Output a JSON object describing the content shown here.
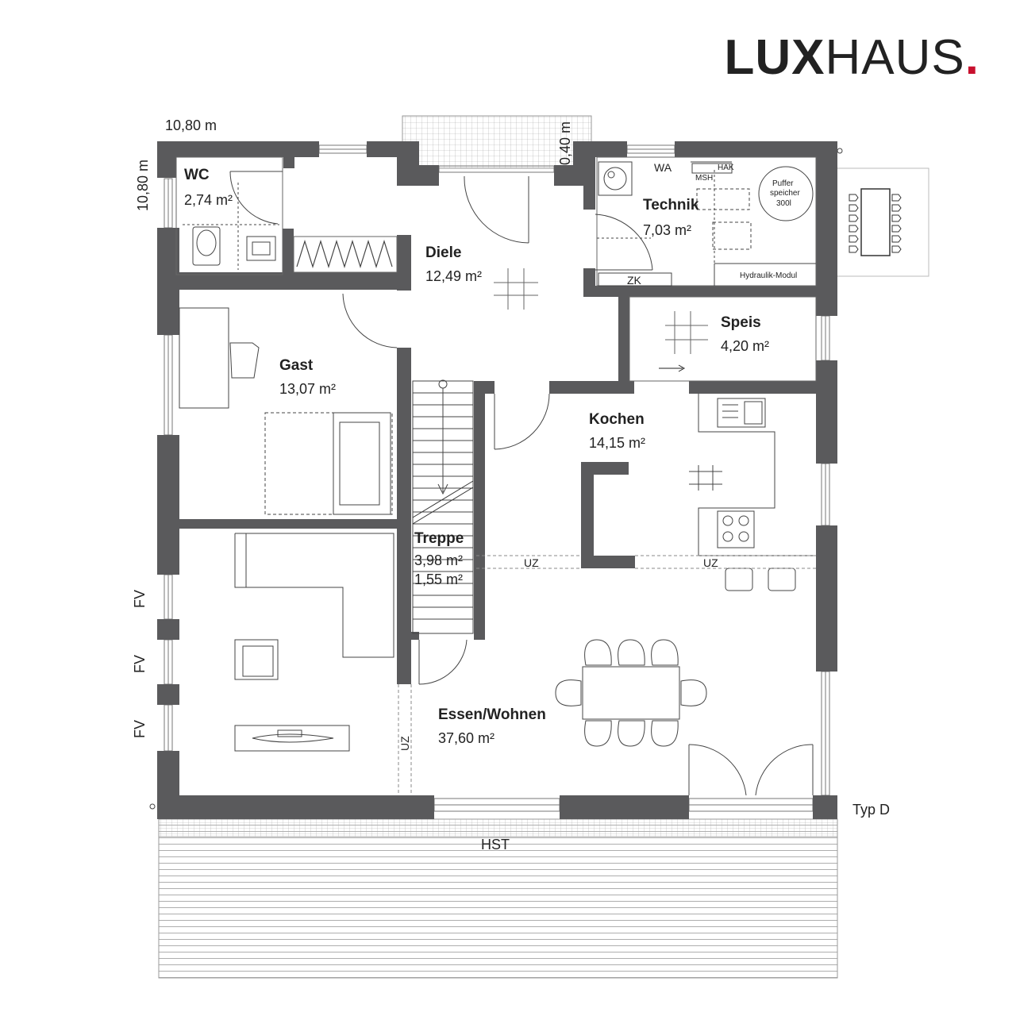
{
  "brand": {
    "part1": "LUX",
    "part2": "HAUS",
    "dot": "."
  },
  "dimensions": {
    "width": "10,80 m",
    "depth": "10,80 m",
    "balcony": "0,40 m"
  },
  "rooms": [
    {
      "name": "WC",
      "area": "2,74 m²"
    },
    {
      "name": "Diele",
      "area": "12,49 m²"
    },
    {
      "name": "Technik",
      "area": "7,03 m²"
    },
    {
      "name": "Gast",
      "area": "13,07 m²"
    },
    {
      "name": "Speis",
      "area": "4,20 m²"
    },
    {
      "name": "Kochen",
      "area": "14,15 m²"
    },
    {
      "name": "Treppe",
      "area": "3,98 m²",
      "area2": "1,55 m²"
    },
    {
      "name": "Essen/Wohnen",
      "area": "37,60 m²"
    }
  ],
  "technik_labels": {
    "wa": "WA",
    "msh": "MSH",
    "hak": "HAK",
    "zk": "ZK",
    "hydraulik": "Hydraulik-Modul",
    "puffer1": "Puffer",
    "puffer2": "speicher",
    "puffer3": "300l"
  },
  "labels": {
    "fv": "FV",
    "uz": "UZ",
    "hst": "HST",
    "typ_d": "Typ D"
  },
  "colors": {
    "wall": "#5a5a5c",
    "line": "#8a8a8a",
    "accent": "#c8102e"
  }
}
